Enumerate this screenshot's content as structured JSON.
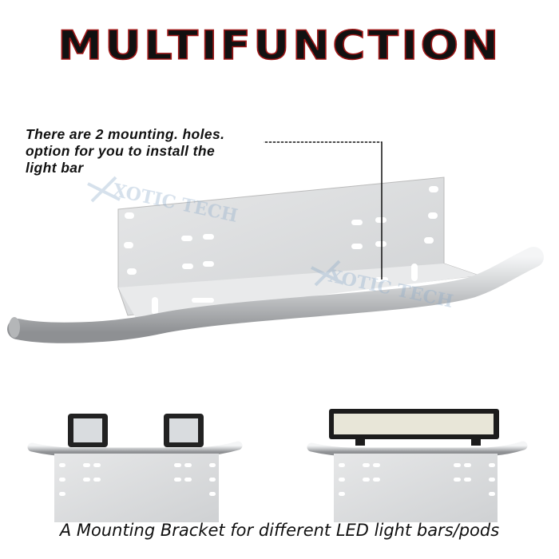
{
  "title": "MULTIFUNCTION",
  "annotation": {
    "lines": [
      "There are 2 mounting. holes.",
      "option for you to install the",
      "light bar"
    ]
  },
  "watermark": "XOTIC TECH",
  "caption": "A Mounting Bracket for different LED light bars/pods",
  "colors": {
    "title_outline": "#a01818",
    "metal": "#d8dadc",
    "text": "#111111"
  }
}
